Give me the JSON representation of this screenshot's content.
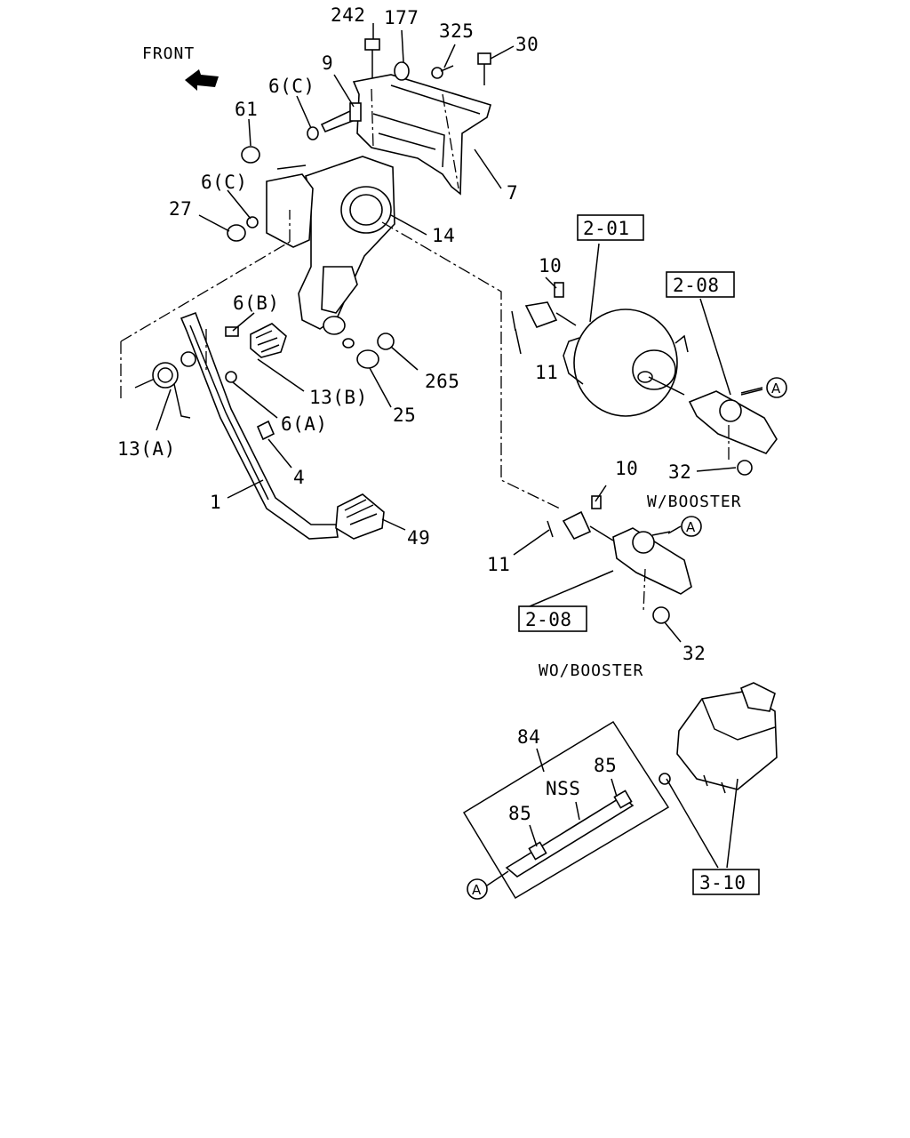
{
  "header": {
    "front_label": "FRONT"
  },
  "labels": {
    "p242": "242",
    "p177": "177",
    "p325": "325",
    "p30": "30",
    "p9": "9",
    "p6c_top": "6(C)",
    "p61": "61",
    "p6c_mid": "6(C)",
    "p27": "27",
    "p7": "7",
    "p14": "14",
    "p10_top": "10",
    "p11_top": "11",
    "p6b": "6(B)",
    "p13b": "13(B)",
    "p265": "265",
    "p6a": "6(A)",
    "p25": "25",
    "p13a": "13(A)",
    "p4": "4",
    "p1": "1",
    "p49": "49",
    "p32_top": "32",
    "p10_low": "10",
    "p11_low": "11",
    "p32_low": "32",
    "p84": "84",
    "pnss": "NSS",
    "p85_right": "85",
    "p85_left": "85"
  },
  "ref_boxes": {
    "r201": "2-01",
    "r208_top": "2-08",
    "r208_low": "2-08",
    "r310": "3-10"
  },
  "callouts": {
    "a1": "A",
    "a2": "A",
    "a3": "A"
  },
  "variants": {
    "with_booster": "W/BOOSTER",
    "without_booster": "WO/BOOSTER"
  }
}
